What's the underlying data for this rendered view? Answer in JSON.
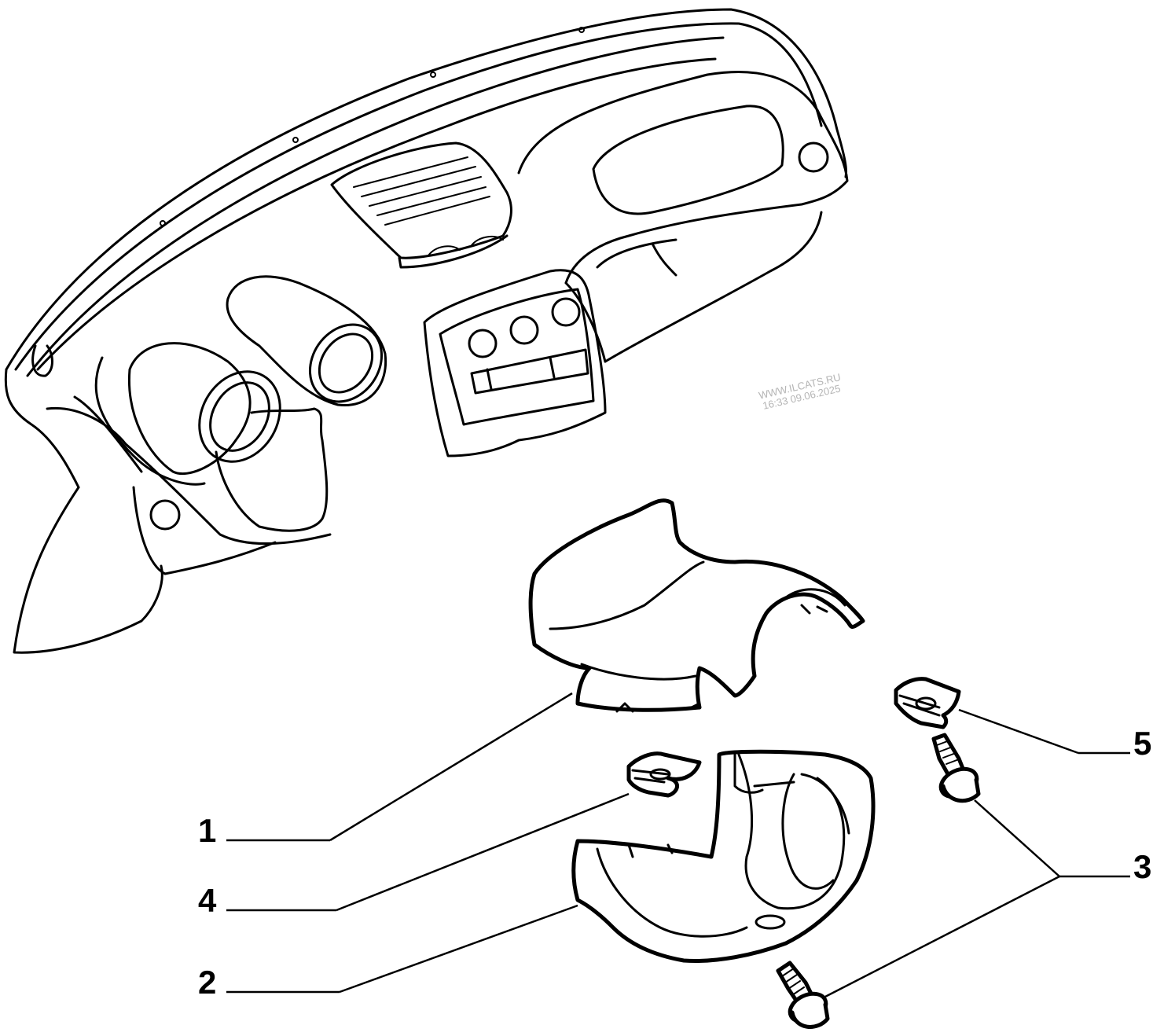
{
  "watermark": {
    "line1": "WWW.ILCATS.RU",
    "line2": "16:33 09.06.2025"
  },
  "callouts": {
    "c1": "1",
    "c2": "2",
    "c3": "3",
    "c4": "4",
    "c5": "5"
  }
}
